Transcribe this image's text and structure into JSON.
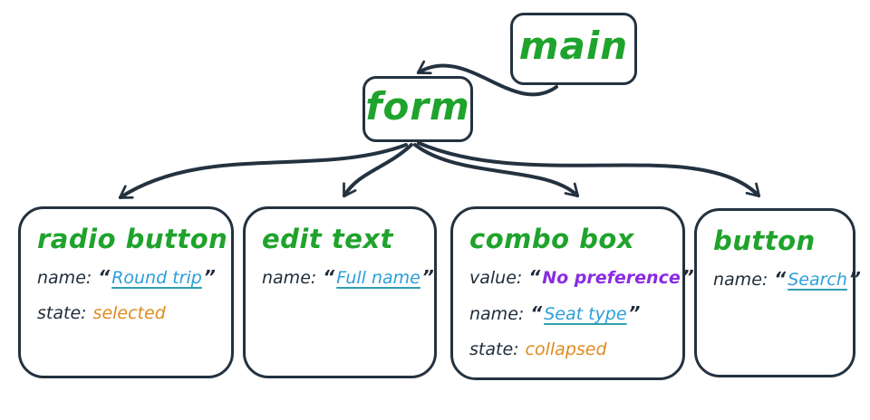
{
  "glyphs": {
    "open_quote": "“",
    "close_quote": "”"
  },
  "colors": {
    "outline": "#243240",
    "node_green": "#1fa32c",
    "name_blue": "#2b9fd9",
    "underline_teal": "#2f9fae",
    "state_orange": "#de8a1f",
    "value_purple": "#8a2be2",
    "text_dark": "#1e2c3a",
    "background": "#ffffff"
  },
  "nodes": {
    "main": {
      "label": "main"
    },
    "form": {
      "label": "form"
    },
    "radio_button": {
      "title": "radio button",
      "name_key": "name:",
      "name_value": "Round trip",
      "state_key": "state:",
      "state_value": "selected"
    },
    "edit_text": {
      "title": "edit text",
      "name_key": "name:",
      "name_value": "Full name"
    },
    "combo_box": {
      "title": "combo box",
      "value_key": "value:",
      "value_value": "No preference",
      "name_key": "name:",
      "name_value": "Seat type",
      "state_key": "state:",
      "state_value": "collapsed"
    },
    "button": {
      "title": "button",
      "name_key": "name:",
      "name_value": "Search"
    }
  },
  "edges": [
    {
      "from": "main",
      "to": "form"
    },
    {
      "from": "form",
      "to": "radio_button"
    },
    {
      "from": "form",
      "to": "edit_text"
    },
    {
      "from": "form",
      "to": "combo_box"
    },
    {
      "from": "form",
      "to": "button"
    }
  ]
}
